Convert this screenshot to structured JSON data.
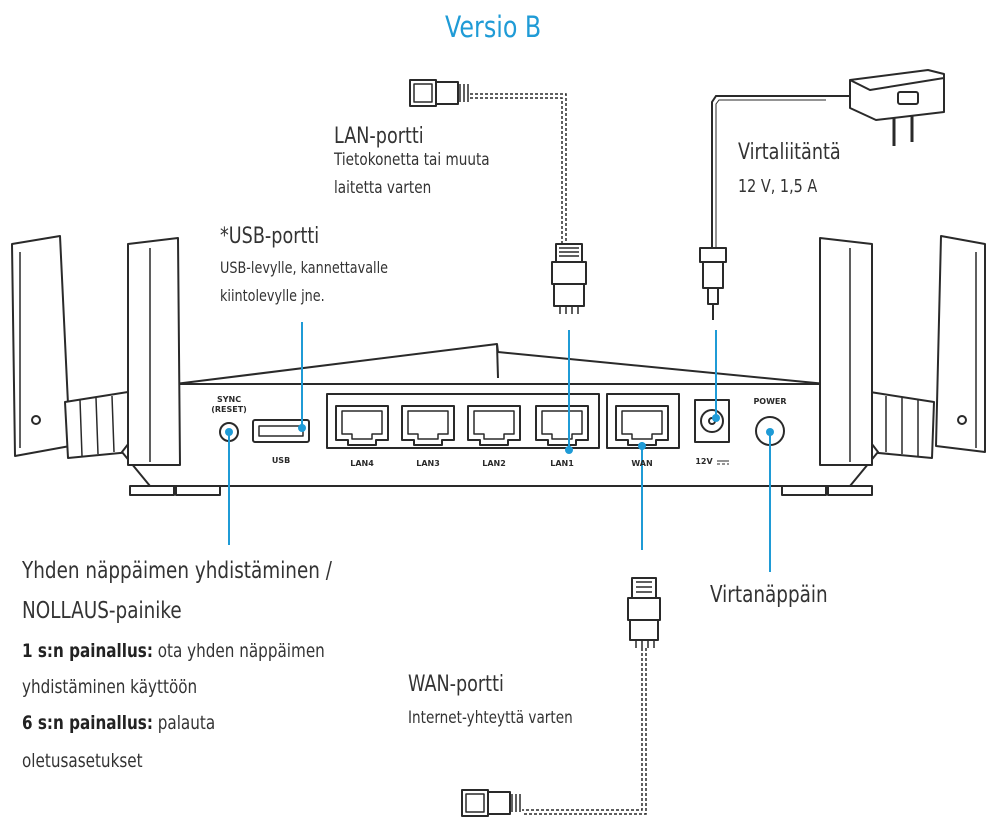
{
  "title": "Versio B",
  "colors": {
    "accent": "#1f9bd6",
    "line": "#2a2a2a",
    "fill": "#ffffff"
  },
  "router": {
    "panel_labels": {
      "sync": "SYNC",
      "reset": "(RESET)",
      "usb": "USB",
      "lan4": "LAN4",
      "lan3": "LAN3",
      "lan2": "LAN2",
      "lan1": "LAN1",
      "wan": "WAN",
      "dc": "12V",
      "power": "POWER"
    }
  },
  "callouts": {
    "lan": {
      "title": "LAN-portti",
      "line1": "Tietokonetta tai muuta",
      "line2": "laitetta varten"
    },
    "usb": {
      "title": "*USB-portti",
      "line1": "USB-levylle, kannettavalle",
      "line2": "kiintolevylle jne."
    },
    "power_in": {
      "title": "Virtaliitäntä",
      "line1": "12 V, 1,5 A"
    },
    "sync": {
      "title1": "Yhden näppäimen yhdistäminen /",
      "title2": "NOLLAUS-painike",
      "press1_bold": "1 s:n painallus:",
      "press1_text": " ota yhden näppäimen",
      "press1_line2": "yhdistäminen käyttöön",
      "press6_bold": "6 s:n painallus:",
      "press6_text": " palauta",
      "press6_line2": "oletusasetukset"
    },
    "power_button": {
      "title": "Virtanäppäin"
    },
    "wan": {
      "title": "WAN-portti",
      "line1": "Internet-yhteyttä varten"
    }
  }
}
